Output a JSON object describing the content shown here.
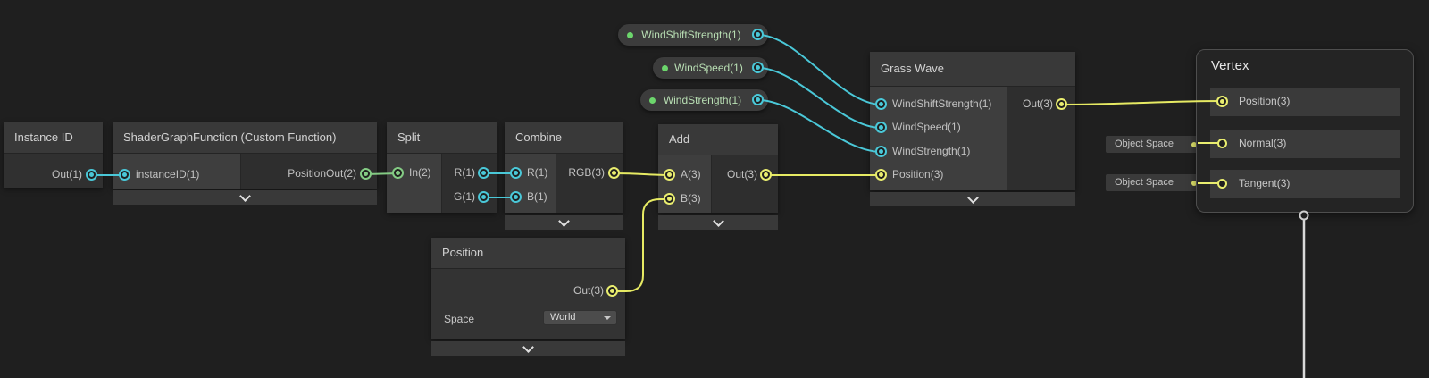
{
  "graph": {
    "properties": [
      {
        "label": "WindShiftStrength(1)"
      },
      {
        "label": "WindSpeed(1)"
      },
      {
        "label": "WindStrength(1)"
      }
    ],
    "nodes": {
      "instanceId": {
        "title": "Instance ID",
        "out": "Out(1)"
      },
      "sgf": {
        "title": "ShaderGraphFunction (Custom Function)",
        "in": "instanceID(1)",
        "out": "PositionOut(2)"
      },
      "split": {
        "title": "Split",
        "in": "In(2)",
        "outR": "R(1)",
        "outG": "G(1)"
      },
      "combine": {
        "title": "Combine",
        "inR": "R(1)",
        "inB": "B(1)",
        "out": "RGB(3)"
      },
      "add": {
        "title": "Add",
        "inA": "A(3)",
        "inB": "B(3)",
        "out": "Out(3)"
      },
      "position": {
        "title": "Position",
        "out": "Out(3)",
        "spaceLabel": "Space",
        "spaceValue": "World"
      },
      "grassWave": {
        "title": "Grass Wave",
        "in1": "WindShiftStrength(1)",
        "in2": "WindSpeed(1)",
        "in3": "WindStrength(1)",
        "in4": "Position(3)",
        "out": "Out(3)"
      },
      "vertex": {
        "title": "Vertex",
        "position": "Position(3)",
        "normal": "Normal(3)",
        "tangent": "Tangent(3)",
        "objectSpace1": "Object Space",
        "objectSpace2": "Object Space"
      }
    },
    "portColors": {
      "float": "#4ac8d8",
      "vector2": "#84cb84",
      "vector3": "#e9ed6f"
    },
    "wireColors": {
      "float": "#4ac8d8",
      "vector2": "#84cb84",
      "vector3": "#e6ea63",
      "context": "#d9d9d9"
    }
  }
}
